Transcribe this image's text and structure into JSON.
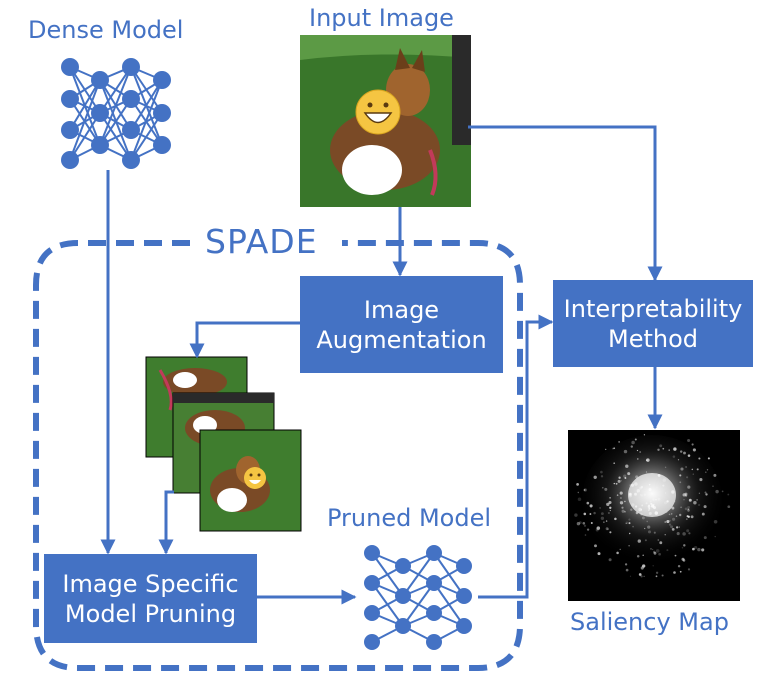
{
  "labels": {
    "dense_model": "Dense Model",
    "input_image": "Input Image",
    "spade": "SPADE",
    "pruned_model": "Pruned Model",
    "saliency_map": "Saliency Map"
  },
  "boxes": {
    "image_augmentation": {
      "line1": "Image",
      "line2": "Augmentation"
    },
    "interpretability_method": {
      "line1": "Interpretability",
      "line2": "Method"
    },
    "image_specific_pruning": {
      "line1": "Image Specific",
      "line2": "Model Pruning"
    }
  },
  "colors": {
    "accent": "#4472C4",
    "grass": "#3f7d2e",
    "dark_bg": "#000000"
  },
  "icons": [
    "neural-network-icon",
    "emoji-face-icon"
  ]
}
